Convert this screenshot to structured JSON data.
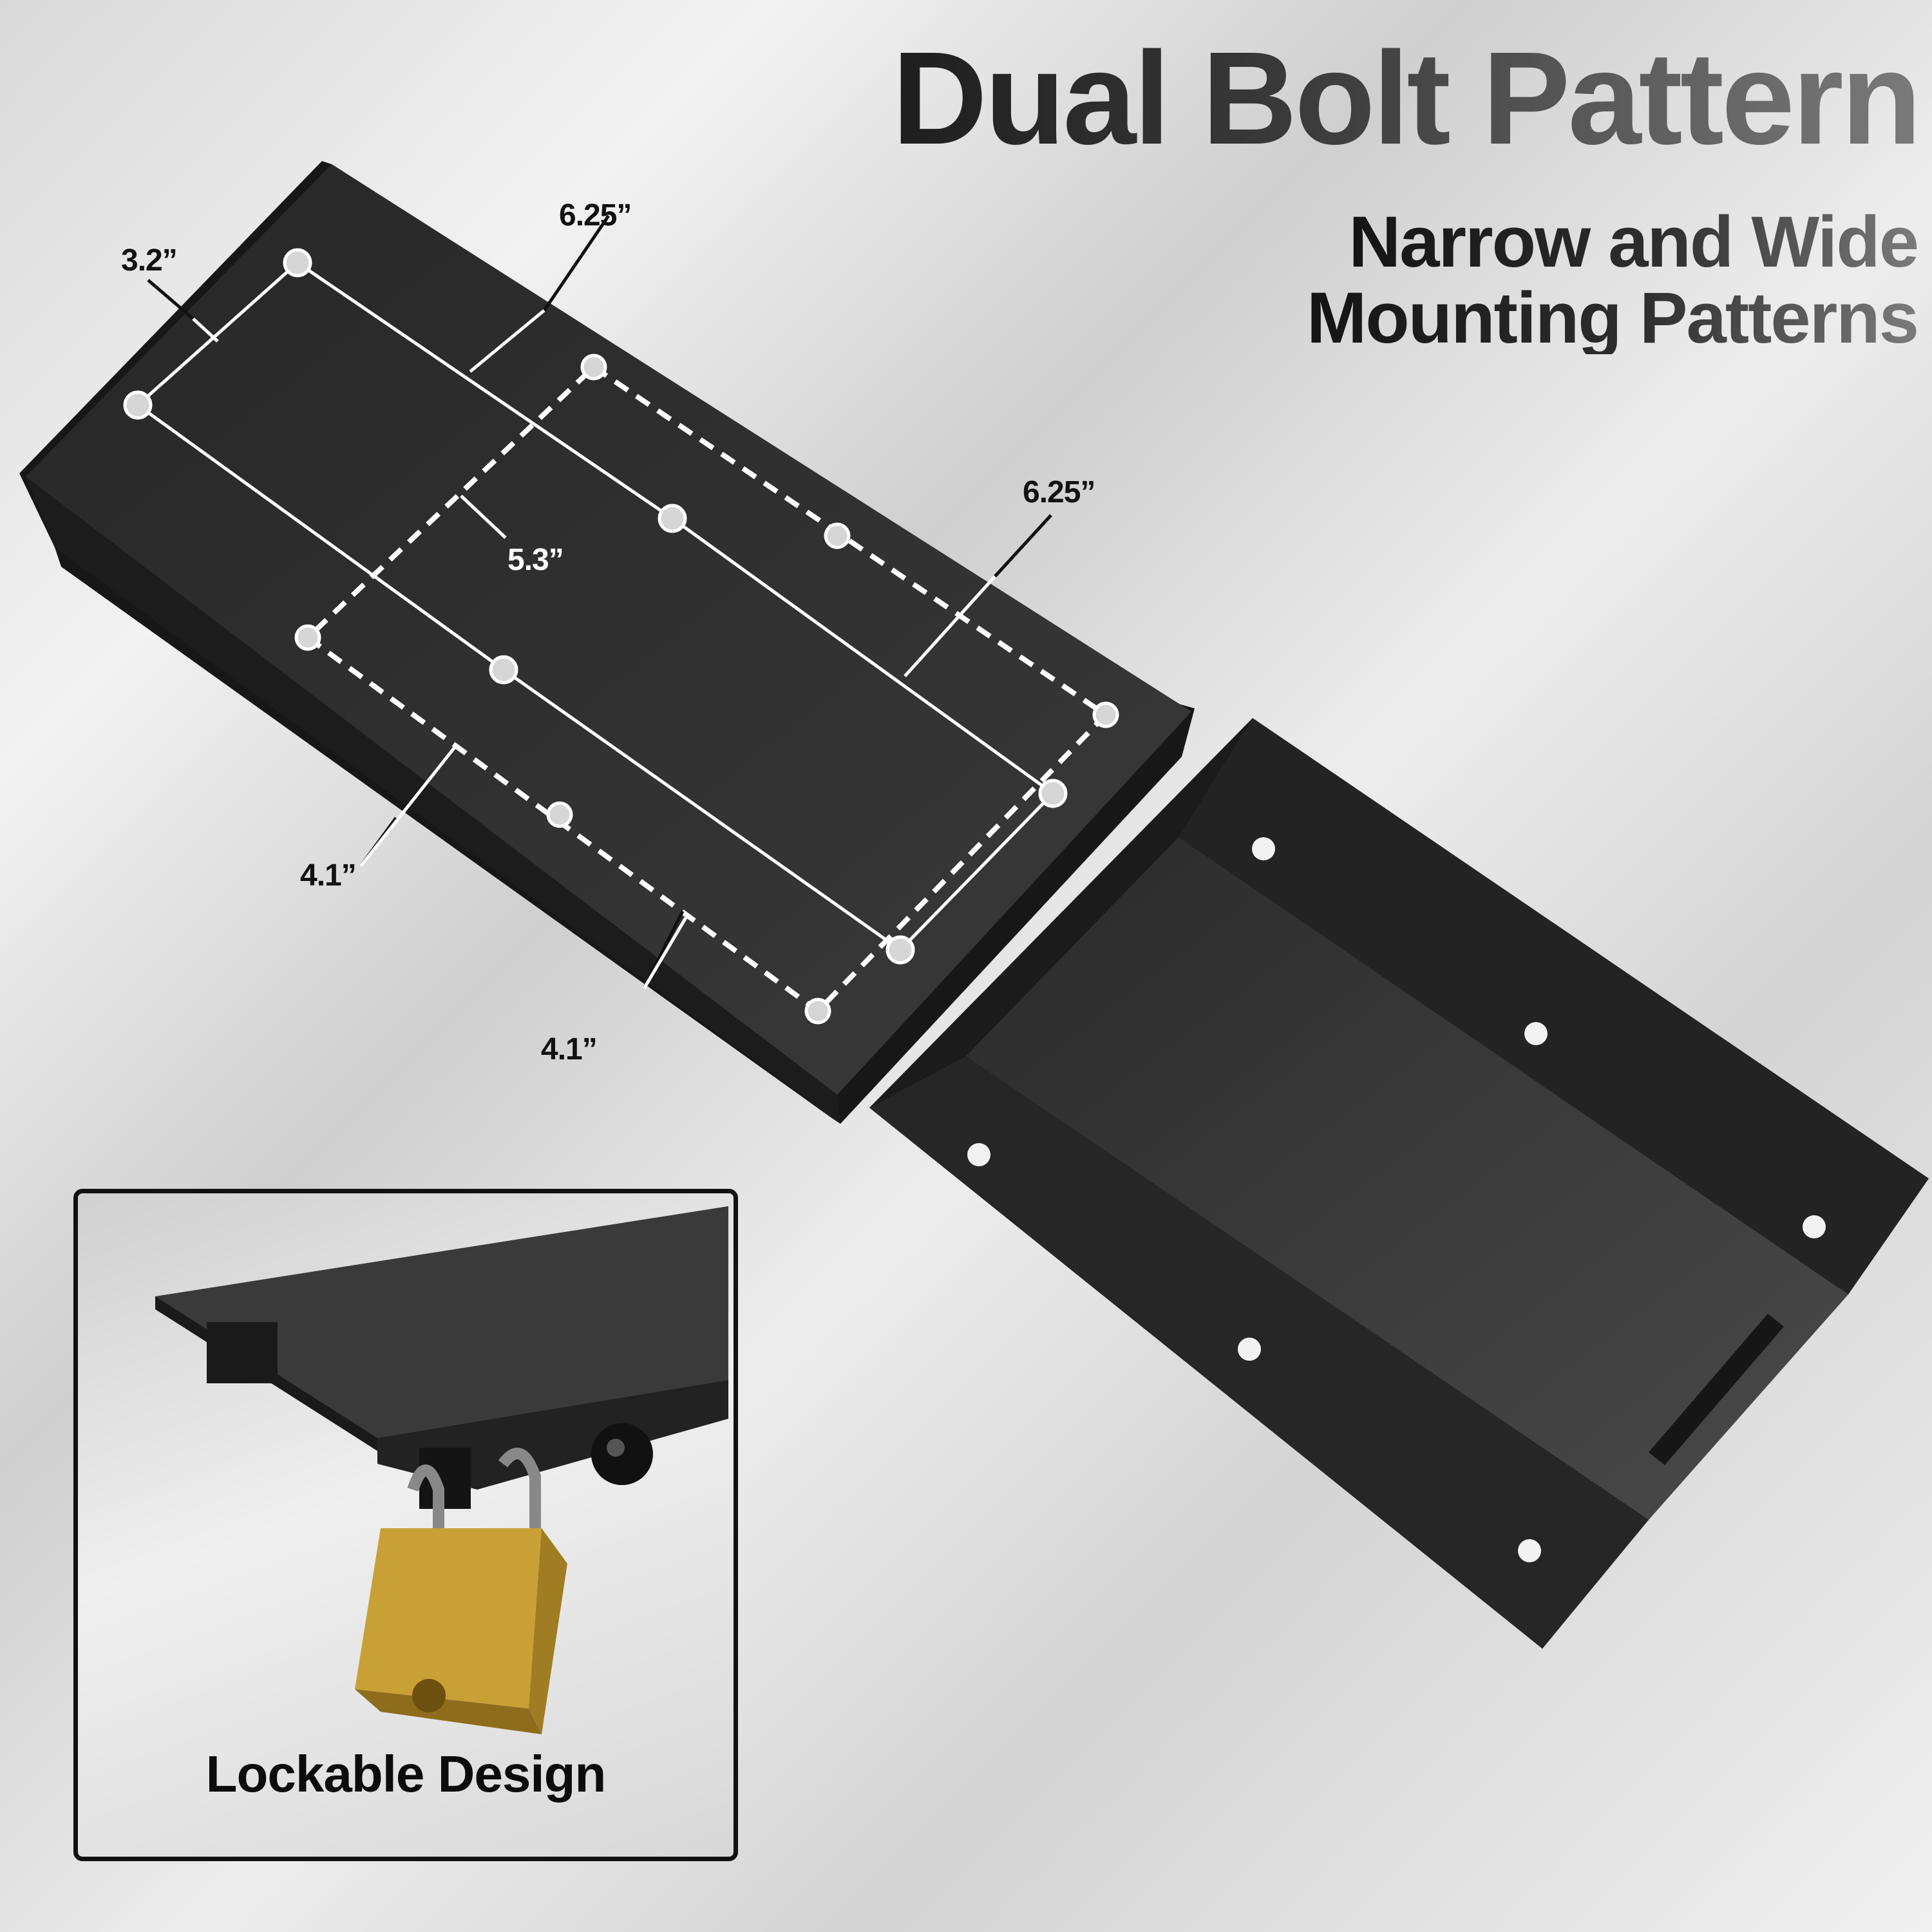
{
  "header": {
    "title": "Dual Bolt Pattern",
    "subtitle_line1": "Narrow and Wide",
    "subtitle_line2": "Mounting Patterns"
  },
  "dimensions": {
    "narrow_width": "3.2”",
    "narrow_length": "6.25”",
    "wide_inner": "5.3”",
    "wide_length": "6.25”",
    "wide_width_1": "4.1”",
    "wide_width_2": "4.1”"
  },
  "inset": {
    "caption": "Lockable Design",
    "icon": "padlock-icon"
  },
  "colors": {
    "plate": "#2b2b2b",
    "plate_edge": "#151515",
    "annotation": "#ffffff",
    "leader": "#111111",
    "padlock": "#c8a035"
  }
}
